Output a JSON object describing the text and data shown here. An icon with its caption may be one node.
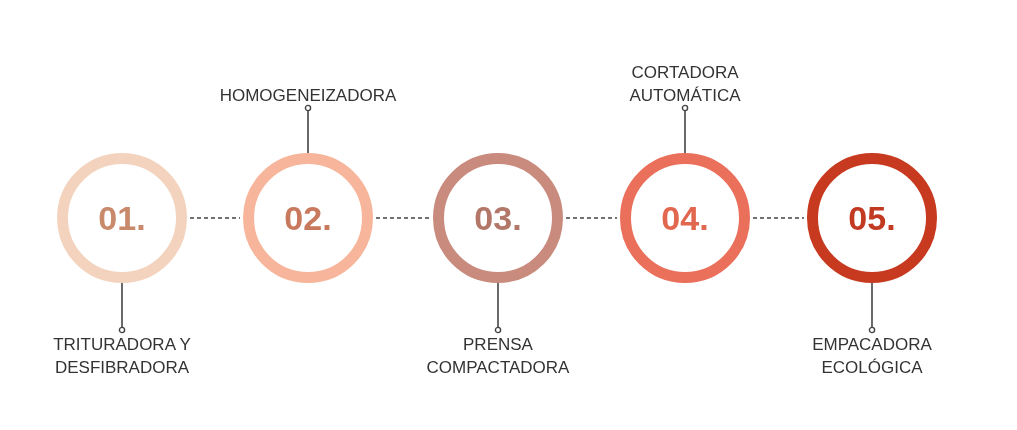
{
  "diagram": {
    "nodes": [
      {
        "text": [
          "01."
        ]
      },
      {
        "text": [
          "02."
        ]
      },
      {
        "text": [
          "03."
        ]
      },
      {
        "text": [
          "04."
        ]
      },
      {
        "text": [
          "05."
        ]
      },
      {
        "text": [
          "TRITURADORA Y DESFIBRADORA"
        ]
      },
      {
        "text": [
          "HOMOGENEIZADORA"
        ]
      },
      {
        "text": [
          "PRENSA COMPACTADORA"
        ]
      },
      {
        "text": [
          "CORTADORA AUTOMÁTICA"
        ]
      },
      {
        "text": [
          "EMPACADORA ECOLÓGICA"
        ]
      }
    ],
    "edges": [
      {
        "from": 0,
        "to": 1,
        "arrow": "none",
        "style": "dashed"
      },
      {
        "from": 1,
        "to": 2,
        "arrow": "none",
        "style": "dashed"
      },
      {
        "from": 2,
        "to": 3,
        "arrow": "none",
        "style": "dashed"
      },
      {
        "from": 3,
        "to": 4,
        "arrow": "none",
        "style": "dashed"
      },
      {
        "from": 0,
        "to": 5,
        "arrow": "other"
      },
      {
        "from": 1,
        "to": 6,
        "arrow": "other"
      },
      {
        "from": 2,
        "to": 7,
        "arrow": "other"
      },
      {
        "from": 3,
        "to": 8,
        "arrow": "other"
      },
      {
        "from": 4,
        "to": 9,
        "arrow": "other"
      }
    ]
  }
}
